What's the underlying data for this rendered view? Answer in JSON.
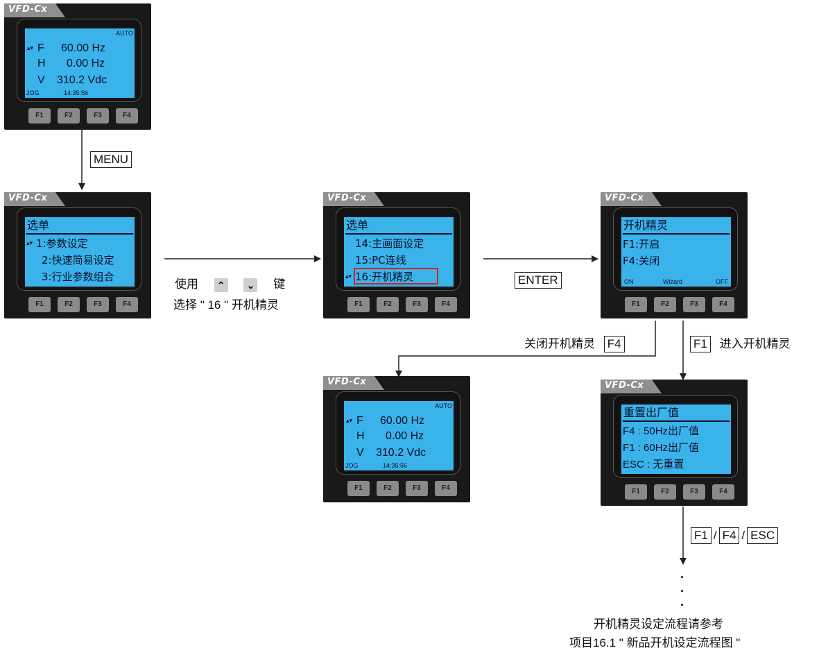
{
  "keypad": {
    "brand": "VFD-Cx",
    "buttons": [
      "F1",
      "F2",
      "F3",
      "F4"
    ]
  },
  "screens": {
    "monitor": {
      "mode": "AUTO",
      "rows": [
        {
          "arrow": "▴▾",
          "symbol": "F",
          "value": "60.00  Hz"
        },
        {
          "arrow": "",
          "symbol": "H",
          "value": "0.00  Hz"
        },
        {
          "arrow": "",
          "symbol": "V",
          "value": "310.2 Vdc"
        }
      ],
      "jog": "JOG",
      "time": "14:35:56"
    },
    "menu1": {
      "title": "选单",
      "items": [
        "1:参数设定",
        "2:快速简易设定",
        "3:行业参数组合"
      ],
      "arrow": "▴▾"
    },
    "menu2": {
      "title": "选单",
      "items": [
        "14:主画面设定",
        "15:PC连线",
        "16:开机精灵"
      ],
      "arrow": "▴▾"
    },
    "wizard": {
      "title": "开机精灵",
      "lines": [
        "F1:开启",
        "F4:关闭"
      ],
      "foot_left": "ON",
      "foot_mid": "Wizard",
      "foot_right": "OFF"
    },
    "reset": {
      "title": "重置出厂值",
      "lines": [
        "F4 : 50Hz出厂值",
        "F1 : 60Hz出厂值",
        "ESC : 无重置"
      ]
    }
  },
  "labels": {
    "menu_key": "MENU",
    "use_prefix": "使用",
    "use_suffix": "键",
    "select_text": "选择 \" 16 \" 开机精灵",
    "enter_key": "ENTER",
    "close_text": "关闭开机精灵",
    "close_key": "F4",
    "enter_wizard_key": "F1",
    "enter_wizard_text": "进入开机精灵",
    "opt_f1": "F1",
    "opt_f4": "F4",
    "opt_esc": "ESC",
    "slash": "/",
    "ellipsis": "·",
    "note_line1": "开机精灵设定流程请参考",
    "note_line2": "项目16.1 \" 新品开机设定流程图 \""
  },
  "icons": {
    "up_key": "chevron-up-icon",
    "down_key": "chevron-down-icon"
  },
  "colors": {
    "lcd": "#3ab3ea",
    "frame": "#191919",
    "highlight": "#d32020"
  }
}
